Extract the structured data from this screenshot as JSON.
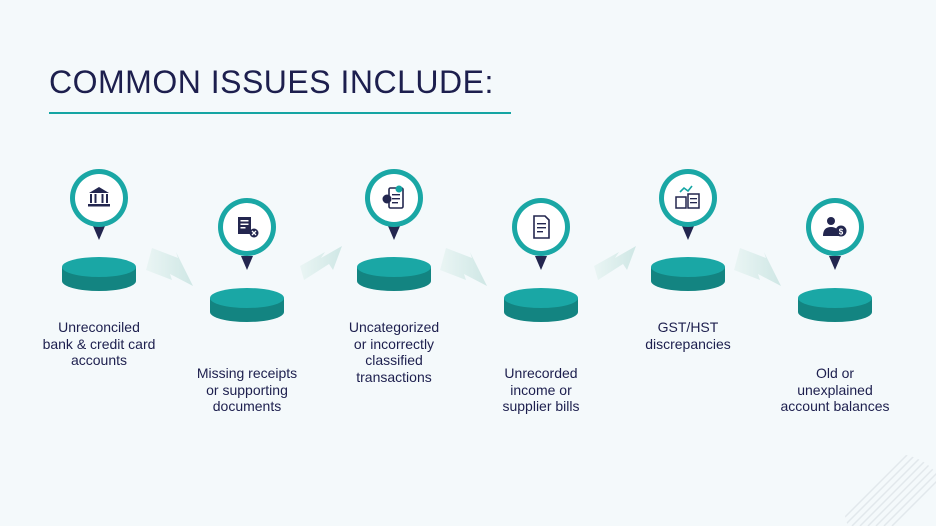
{
  "slide": {
    "title": "COMMON ISSUES INCLUDE:"
  },
  "colors": {
    "title": "#1d1f4e",
    "accent": "#14a5a3",
    "pin_ring": "#1aa7a5",
    "icon_navy": "#23264f",
    "arrow": "#d8ebea",
    "text": "#1d1f4e"
  },
  "steps": [
    {
      "label": "Unreconciled\nbank & credit card\naccounts",
      "icon": "bank-icon"
    },
    {
      "label": "Missing receipts\nor supporting\ndocuments",
      "icon": "missing-receipt-icon"
    },
    {
      "label": "Uncategorized\nor incorrectly\nclassified\ntransactions",
      "icon": "classification-icon"
    },
    {
      "label": "Unrecorded\nincome or\nsupplier bills",
      "icon": "document-icon"
    },
    {
      "label": "GST/HST\ndiscrepancies",
      "icon": "tax-icon"
    },
    {
      "label": "Old or\nunexplained\naccount balances",
      "icon": "account-balance-icon"
    }
  ]
}
